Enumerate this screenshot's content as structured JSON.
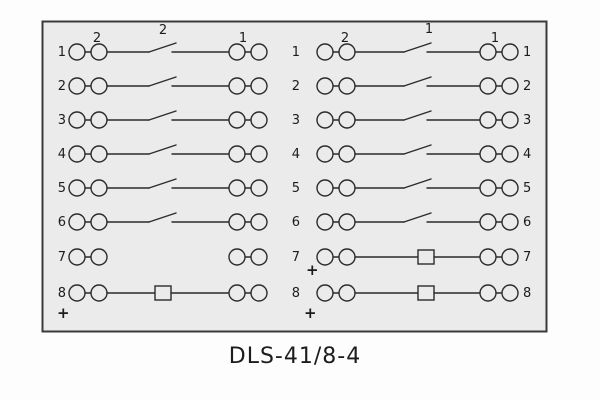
{
  "labels": {
    "left": [
      "1",
      "2",
      "3",
      "4",
      "5",
      "6",
      "7",
      "8"
    ],
    "middle": [
      "1",
      "2",
      "3",
      "4",
      "5",
      "6",
      "7",
      "8"
    ],
    "right": [
      "1",
      "2",
      "3",
      "4",
      "5",
      "6",
      "7",
      "8"
    ]
  },
  "annotations": {
    "left_pole_2": "2",
    "left_contact_2": "2",
    "left_terminal_1": "1",
    "right_pole_2": "2",
    "right_contact_1": "1",
    "right_terminal_1": "1"
  },
  "plus_marks": {
    "left_row8": "+",
    "right_row7": "+",
    "right_row8": "+"
  },
  "caption": "DLS-41/8-4",
  "colors": {
    "panel_fill": "#ebebeb",
    "line": "#2b2b2b",
    "background": "#fdfdfd"
  }
}
